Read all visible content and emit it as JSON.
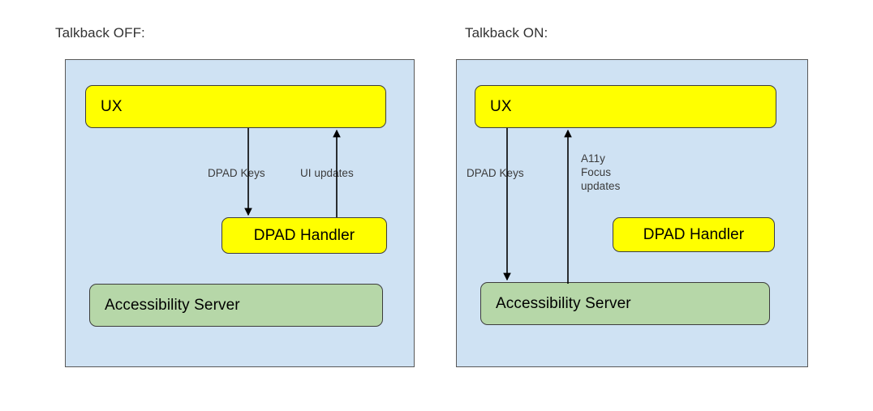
{
  "diagram": {
    "title_left": "Talkback OFF:",
    "title_right": "Talkback ON:",
    "colors": {
      "panel_background": "#cfe2f3",
      "panel_border": "#595959",
      "node_yellow": "#ffff00",
      "node_green": "#b6d7a8",
      "node_border": "#3d3d3d",
      "arrow": "#000000",
      "caption_text": "#333333",
      "label_text": "#3b3b3b"
    },
    "panels": [
      {
        "id": "talkback-off",
        "caption": "Talkback OFF:",
        "nodes": [
          {
            "id": "ux",
            "label": "UX",
            "fill": "yellow"
          },
          {
            "id": "dpad-handler",
            "label": "DPAD Handler",
            "fill": "yellow"
          },
          {
            "id": "accessibility-server",
            "label": "Accessibility Server",
            "fill": "green"
          }
        ],
        "edges": [
          {
            "id": "ux-to-dpad",
            "from": "UX",
            "to": "DPAD Handler",
            "label": "DPAD Keys",
            "direction": "down"
          },
          {
            "id": "dpad-to-ux",
            "from": "DPAD Handler",
            "to": "UX",
            "label": "UI updates",
            "direction": "up"
          }
        ]
      },
      {
        "id": "talkback-on",
        "caption": "Talkback ON:",
        "nodes": [
          {
            "id": "ux",
            "label": "UX",
            "fill": "yellow"
          },
          {
            "id": "dpad-handler",
            "label": "DPAD Handler",
            "fill": "yellow"
          },
          {
            "id": "accessibility-server",
            "label": "Accessibility Server",
            "fill": "green"
          }
        ],
        "edges": [
          {
            "id": "ux-to-a11ysrv",
            "from": "UX",
            "to": "Accessibility Server",
            "label": "DPAD Keys",
            "direction": "down"
          },
          {
            "id": "a11ysrv-to-ux",
            "from": "Accessibility Server",
            "to": "UX",
            "label": "A11y\nFocus\nupdates",
            "direction": "up"
          }
        ]
      }
    ],
    "labels": {
      "ux": "UX",
      "dpad_handler": "DPAD Handler",
      "accessibility_server": "Accessibility Server",
      "dpad_keys": "DPAD Keys",
      "ui_updates": "UI updates",
      "a11y_focus_updates": "A11y\nFocus\nupdates"
    }
  }
}
